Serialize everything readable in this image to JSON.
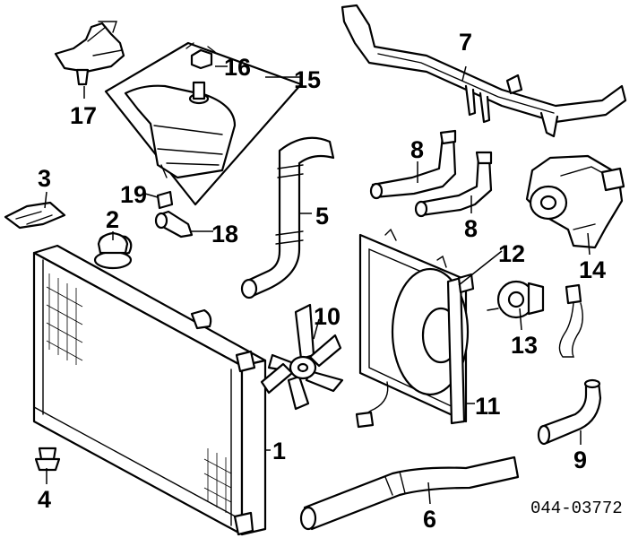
{
  "callouts": {
    "p1": "1",
    "p2": "2",
    "p3": "3",
    "p4": "4",
    "p5": "5",
    "p6": "6",
    "p7": "7",
    "p8a": "8",
    "p8b": "8",
    "p9": "9",
    "p10": "10",
    "p11": "11",
    "p12": "12",
    "p13": "13",
    "p14": "14",
    "p15": "15",
    "p16": "16",
    "p17": "17",
    "p18": "18",
    "p19": "19"
  },
  "diagram_code": "044-03772"
}
